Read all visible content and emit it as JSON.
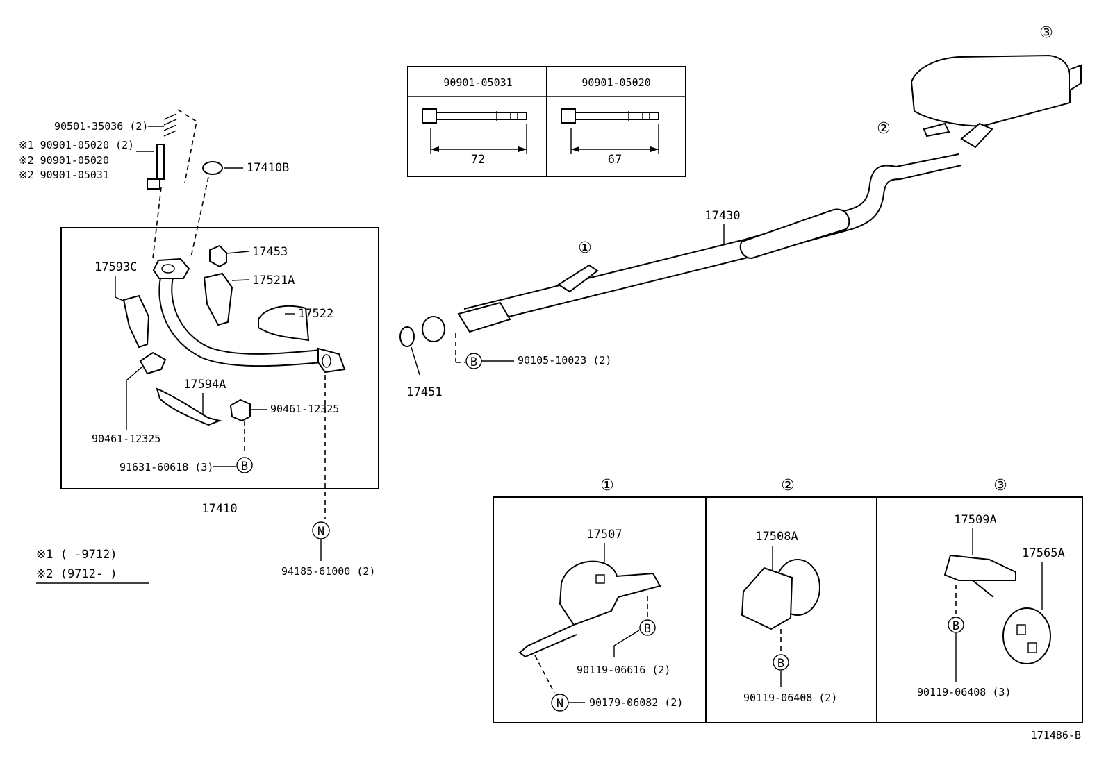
{
  "diagram": {
    "drawing_number": "171486-B",
    "spec_table": {
      "col1_part": "90901-05031",
      "col1_length": "72",
      "col2_part": "90901-05020",
      "col2_length": "67"
    },
    "legend": {
      "note1": "※1 (     -9712)",
      "note2": "※2 (9712-     )"
    },
    "front_pipe_box": {
      "assembly_label": "17410",
      "bolts_label": "90501-35036 (2)",
      "alt1_label": "※1 90901-05020 (2)",
      "alt2_label": "※2 90901-05020",
      "alt3_label": "※2 90901-05031",
      "gasket_label": "17410B",
      "clamp1_label": "17453",
      "heat_insulator1_label": "17521A",
      "heat_insulator2_label": "17522",
      "shield_label": "17593C",
      "shield2_label": "17594A",
      "clamp_left_label": "90461-12325",
      "clamp_right_label": "90461-12325",
      "bolt_b_label": "91631-60618 (3)",
      "nut_label": "94185-61000 (2)"
    },
    "main_pipe": {
      "pipe_label": "17430",
      "gasket_label": "17451",
      "bolt_label": "90105-10023 (2)"
    },
    "markers": {
      "one": "①",
      "two": "②",
      "three": "③",
      "b": "B",
      "n": "N"
    },
    "hanger_box_1": {
      "part_label": "17507",
      "bolt_label": "90119-06616 (2)",
      "nut_label": "90179-06082 (2)"
    },
    "hanger_box_2": {
      "part_label": "17508A",
      "bolt_label": "90119-06408 (2)"
    },
    "hanger_box_3": {
      "bracket_label": "17509A",
      "cushion_label": "17565A",
      "bolt_label": "90119-06408 (3)"
    }
  }
}
